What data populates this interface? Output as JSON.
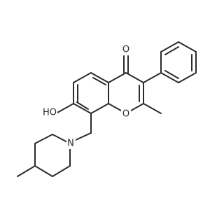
{
  "atoms": {
    "carbonyl_oxygen": "O",
    "ring_oxygen": "O",
    "hydroxyl": "HO",
    "nitrogen": "N"
  }
}
